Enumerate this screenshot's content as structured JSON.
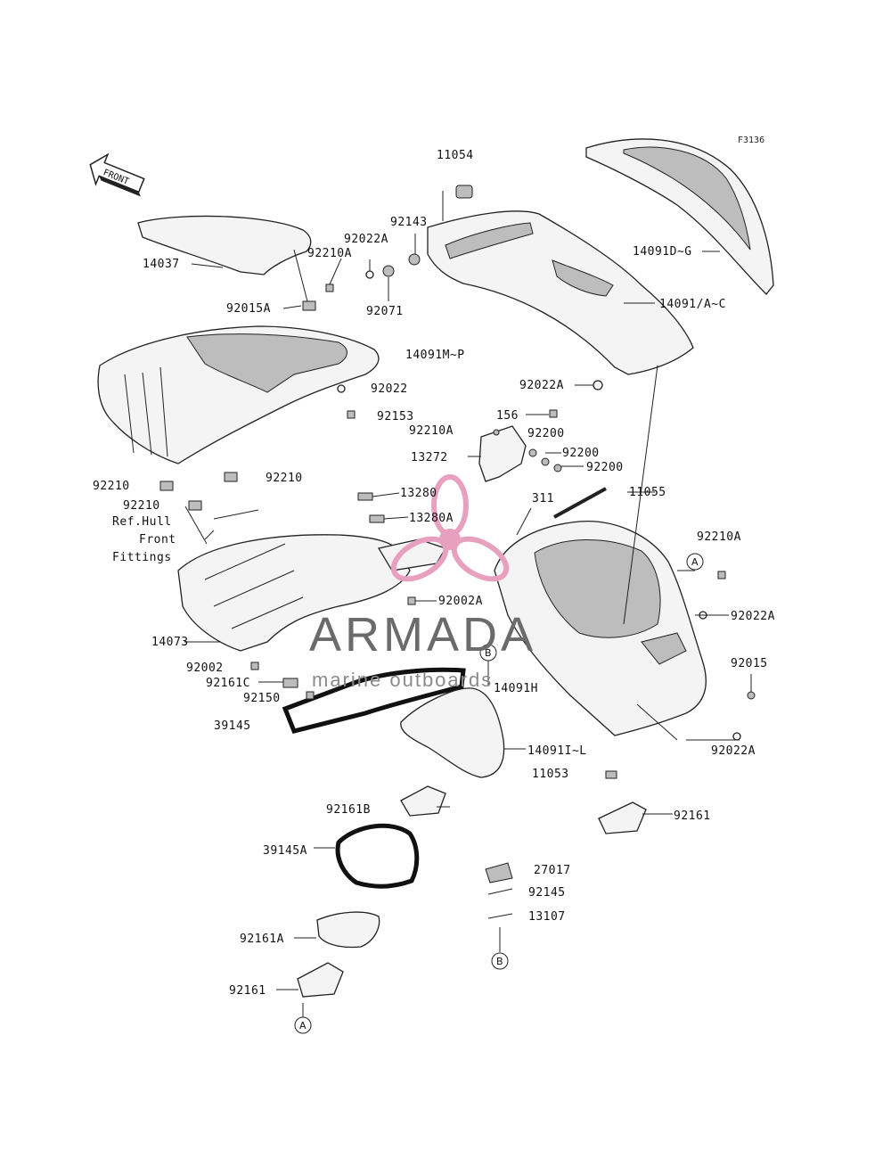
{
  "figure_code": "F3136",
  "front_arrow_label": "FRONT",
  "watermark": {
    "brand": "ARMADA",
    "tagline": "marine outboards",
    "accent": "#e8a0bf"
  },
  "labels": [
    {
      "id": "11054",
      "text": "11054"
    },
    {
      "id": "92143",
      "text": "92143"
    },
    {
      "id": "92022A_1",
      "text": "92022A"
    },
    {
      "id": "92210A_1",
      "text": "92210A"
    },
    {
      "id": "14037",
      "text": "14037"
    },
    {
      "id": "14091DG",
      "text": "14091D~G"
    },
    {
      "id": "92071",
      "text": "92071"
    },
    {
      "id": "14091AC",
      "text": "14091/A~C"
    },
    {
      "id": "92015A",
      "text": "92015A"
    },
    {
      "id": "14091MP",
      "text": "14091M~P"
    },
    {
      "id": "92022",
      "text": "92022"
    },
    {
      "id": "92022A_2",
      "text": "92022A"
    },
    {
      "id": "92153",
      "text": "92153"
    },
    {
      "id": "156",
      "text": "156"
    },
    {
      "id": "92210A_2",
      "text": "92210A"
    },
    {
      "id": "92200_1",
      "text": "92200"
    },
    {
      "id": "13272",
      "text": "13272"
    },
    {
      "id": "92200_2",
      "text": "92200"
    },
    {
      "id": "92200_3",
      "text": "92200"
    },
    {
      "id": "92210_1",
      "text": "92210"
    },
    {
      "id": "92210_2",
      "text": "92210"
    },
    {
      "id": "13280",
      "text": "13280"
    },
    {
      "id": "311",
      "text": "311"
    },
    {
      "id": "11055",
      "text": "11055"
    },
    {
      "id": "92210_3",
      "text": "92210"
    },
    {
      "id": "13280A",
      "text": "13280A"
    },
    {
      "id": "refhull",
      "text": "Ref.Hull"
    },
    {
      "id": "front",
      "text": "Front"
    },
    {
      "id": "fittings",
      "text": "Fittings"
    },
    {
      "id": "92210A_3",
      "text": "92210A"
    },
    {
      "id": "92002A",
      "text": "92002A"
    },
    {
      "id": "92022A_3",
      "text": "92022A"
    },
    {
      "id": "14073",
      "text": "14073"
    },
    {
      "id": "92002",
      "text": "92002"
    },
    {
      "id": "92015",
      "text": "92015"
    },
    {
      "id": "92161C",
      "text": "92161C"
    },
    {
      "id": "14091H",
      "text": "14091H"
    },
    {
      "id": "92150",
      "text": "92150"
    },
    {
      "id": "39145",
      "text": "39145"
    },
    {
      "id": "14091IL",
      "text": "14091I~L"
    },
    {
      "id": "92022A_4",
      "text": "92022A"
    },
    {
      "id": "11053",
      "text": "11053"
    },
    {
      "id": "92161B",
      "text": "92161B"
    },
    {
      "id": "92161_1",
      "text": "92161"
    },
    {
      "id": "39145A",
      "text": "39145A"
    },
    {
      "id": "27017",
      "text": "27017"
    },
    {
      "id": "92145",
      "text": "92145"
    },
    {
      "id": "13107",
      "text": "13107"
    },
    {
      "id": "92161A",
      "text": "92161A"
    },
    {
      "id": "92161_2",
      "text": "92161"
    }
  ],
  "callouts": [
    {
      "id": "A1",
      "text": "A"
    },
    {
      "id": "B1",
      "text": "B"
    },
    {
      "id": "B2",
      "text": "B"
    },
    {
      "id": "A2",
      "text": "A"
    }
  ]
}
